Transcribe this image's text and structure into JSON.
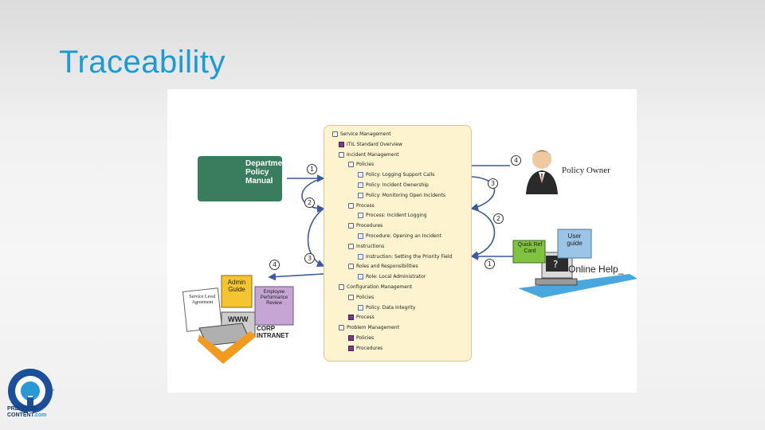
{
  "title": "Traceability",
  "diagram": {
    "department_manual": "Departmental Policy Manual",
    "policy_owner": "Policy Owner",
    "online_help": "Online Help_",
    "quick_ref": "Quick Ref Card",
    "user_guide": "User guide",
    "admin_guide": "Admin Guide",
    "service_level": "Service Level Agreement",
    "employee_review": "Employee Performance Review",
    "www": "WWW",
    "corp_intranet_line1": "CORP",
    "corp_intranet_line2": "INTRANET",
    "tree": [
      {
        "label": "Service Management",
        "icon": "folder",
        "level": 0
      },
      {
        "label": "ITIL Standard Overview",
        "icon": "book",
        "level": 1
      },
      {
        "label": "Incident Management",
        "icon": "folder",
        "level": 1
      },
      {
        "label": "Policies",
        "icon": "folder",
        "level": 2
      },
      {
        "label": "Policy: Logging Support Calls",
        "icon": "page",
        "level": 3
      },
      {
        "label": "Policy: Incident Ownership",
        "icon": "page",
        "level": 3
      },
      {
        "label": "Policy: Monitoring Open Incidents",
        "icon": "page",
        "level": 3
      },
      {
        "label": "Process",
        "icon": "folder",
        "level": 2
      },
      {
        "label": "Process: Incident Logging",
        "icon": "page",
        "level": 3
      },
      {
        "label": "Procedures",
        "icon": "folder",
        "level": 2
      },
      {
        "label": "Procedure: Opening an Incident",
        "icon": "page",
        "level": 3
      },
      {
        "label": "Instructions",
        "icon": "folder",
        "level": 2
      },
      {
        "label": "Instruction: Setting the Priority Field",
        "icon": "page",
        "level": 3
      },
      {
        "label": "Roles and Responsibilities",
        "icon": "folder",
        "level": 2
      },
      {
        "label": "Role: Local Administrator",
        "icon": "page",
        "level": 3
      },
      {
        "label": "Configuration Management",
        "icon": "folder",
        "level": 1
      },
      {
        "label": "Policies",
        "icon": "folder",
        "level": 2
      },
      {
        "label": "Policy: Data Integrity",
        "icon": "page",
        "level": 3
      },
      {
        "label": "Process",
        "icon": "book",
        "level": 2
      },
      {
        "label": "Problem Management",
        "icon": "folder",
        "level": 1
      },
      {
        "label": "Policies",
        "icon": "book",
        "level": 2
      },
      {
        "label": "Procedures",
        "icon": "book",
        "level": 2
      }
    ],
    "numbers": [
      "1",
      "2",
      "3",
      "4",
      "1",
      "2",
      "3",
      "4"
    ]
  },
  "logo": {
    "line1": "PRECISION",
    "line2": "CONTENT",
    "suffix": ".com",
    "tm": "TM"
  },
  "colors": {
    "title": "#1a9ad6",
    "arrow": "#3b5aa0",
    "panel": "#fdf3cf",
    "manual": "#3a7d5e",
    "book": "#7b3a8a"
  }
}
